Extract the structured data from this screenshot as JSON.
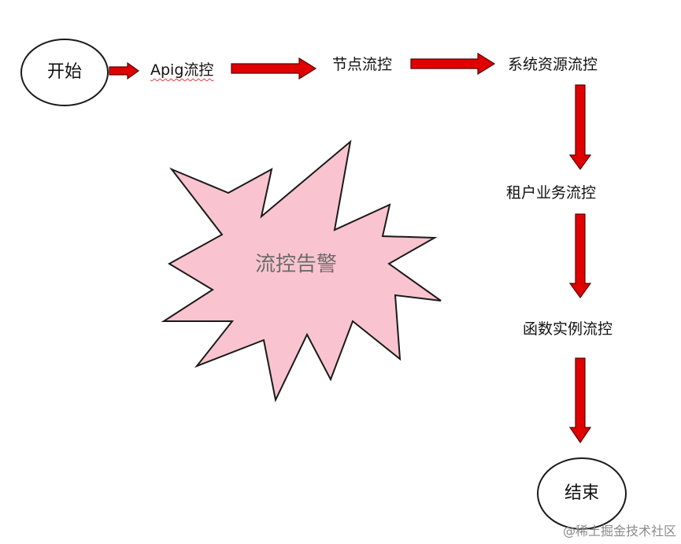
{
  "diagram": {
    "start_node": "开始",
    "end_node": "结束",
    "steps": [
      "Apig流控",
      "节点流控",
      "系统资源流控",
      "租户业务流控",
      "函数实例流控"
    ],
    "alert": "流控告警",
    "colors": {
      "arrow_fill": "#e00000",
      "arrow_stroke": "#5a0000",
      "burst_fill": "#f9c4cf",
      "burst_stroke": "#1a1a1a",
      "node_stroke": "#1a1a1a"
    }
  },
  "watermark": "@稀土掘金技术社区"
}
